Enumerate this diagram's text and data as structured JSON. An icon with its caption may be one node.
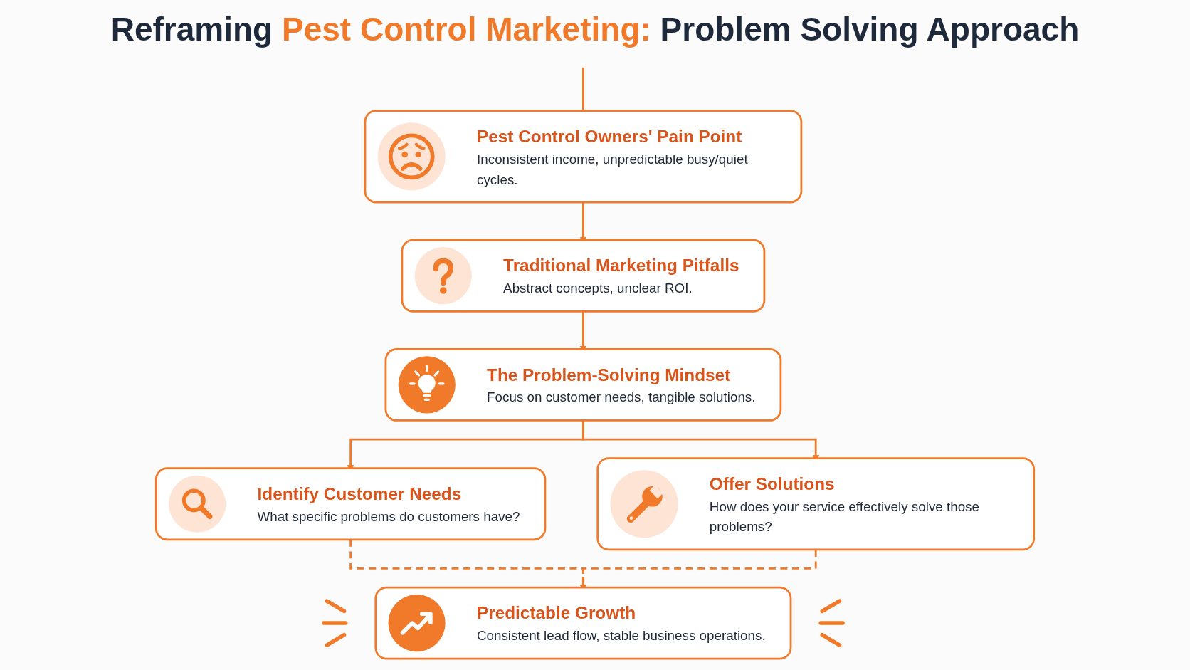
{
  "diagram": {
    "title": "Reframing **Pest Control Marketing:** Problem Solving Approach",
    "nodes": [
      {
        "text": [
          "Pest Control Owners' Pain Point",
          "Inconsistent income, unpredictable busy/quiet cycles."
        ]
      },
      {
        "text": [
          "Traditional Marketing Pitfalls",
          "Abstract concepts, unclear ROI."
        ]
      },
      {
        "text": [
          "The Problem-Solving Mindset",
          "Focus on customer needs, tangible solutions."
        ]
      },
      {
        "text": [
          "Identify Customer Needs",
          "What specific problems do customers have?"
        ]
      },
      {
        "text": [
          "Offer Solutions",
          "How does your service effectively solve those problems?"
        ]
      },
      {
        "text": [
          "Predictable Growth",
          "Consistent lead flow, stable business operations."
        ]
      }
    ],
    "edges": [
      {
        "from": null,
        "to": 0,
        "arrow": "none"
      },
      {
        "from": 0,
        "to": 1,
        "arrow": "to"
      },
      {
        "from": 1,
        "to": 2,
        "arrow": "to"
      },
      {
        "from": 2,
        "to": 3,
        "arrow": "to"
      },
      {
        "from": 2,
        "to": 4,
        "arrow": "to"
      },
      {
        "from": 3,
        "to": 5,
        "arrow": "to",
        "style": "dashed"
      },
      {
        "from": 4,
        "to": 5,
        "arrow": "to",
        "style": "dashed"
      }
    ]
  }
}
